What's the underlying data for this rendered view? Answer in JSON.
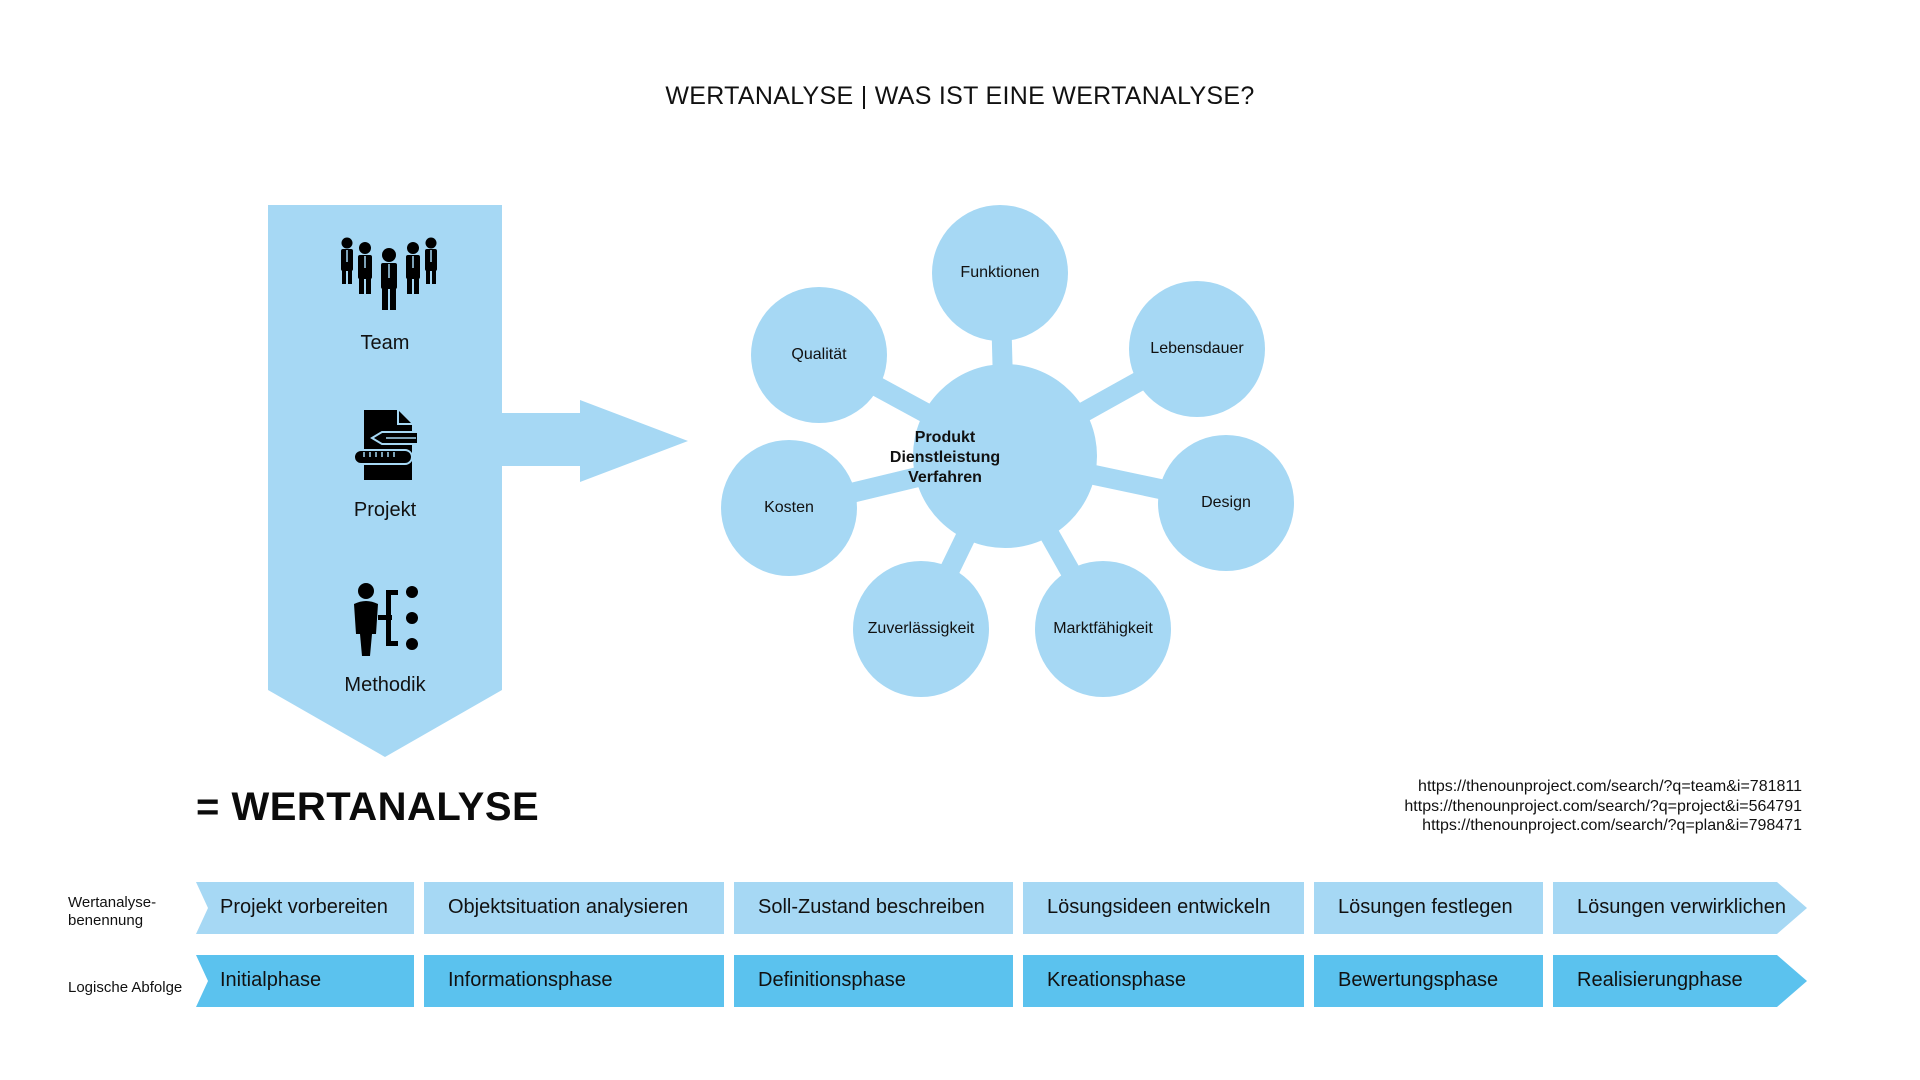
{
  "title": "WERTANALYSE | WAS IST EINE WERTANALYSE?",
  "colors": {
    "light_blue": "#a6d8f4",
    "mid_blue": "#5bc2ee",
    "text": "#111111"
  },
  "inputs_panel": {
    "items": [
      {
        "label": "Team",
        "icon": "team-icon"
      },
      {
        "label": "Projekt",
        "icon": "project-document-icon"
      },
      {
        "label": "Methodik",
        "icon": "method-plan-icon"
      }
    ]
  },
  "bubble_diagram": {
    "center": [
      "Produkt",
      "Dienstleistung",
      "Verfahren"
    ],
    "satellites": [
      {
        "label": "Funktionen"
      },
      {
        "label": "Lebensdauer"
      },
      {
        "label": "Design"
      },
      {
        "label": "Marktfähigkeit"
      },
      {
        "label": "Zuverlässigkeit"
      },
      {
        "label": "Kosten"
      },
      {
        "label": "Qualität"
      }
    ]
  },
  "result_title": "= WERTANALYSE",
  "sources": [
    "https://thenounproject.com/search/?q=team&i=781811",
    "https://thenounproject.com/search/?q=project&i=564791",
    "https://thenounproject.com/search/?q=plan&i=798471"
  ],
  "process": {
    "row_labels": {
      "naming": "Wertanalyse-\nbenennung",
      "naming_line1": "Wertanalyse-",
      "naming_line2": "benennung",
      "sequence": "Logische Abfolge"
    },
    "naming_steps": [
      "Projekt vorbereiten",
      "Objektsituation analysieren",
      "Soll-Zustand beschreiben",
      "Lösungsideen entwickeln",
      "Lösungen festlegen",
      "Lösungen verwirklichen"
    ],
    "phases": [
      "Initialphase",
      "Informationsphase",
      "Definitionsphase",
      "Kreationsphase",
      "Bewertungsphase",
      "Realisierungphase"
    ]
  }
}
